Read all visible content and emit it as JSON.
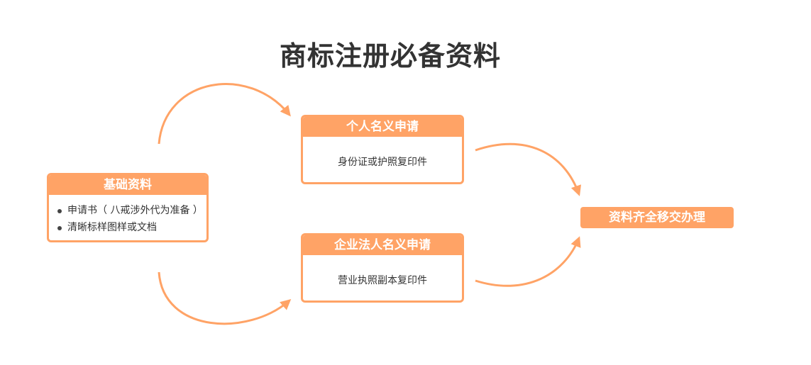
{
  "title": "商标注册必备资料",
  "basic": {
    "header": "基础资料",
    "items": [
      "申请书（ 八戒涉外代为准备 ）",
      "清晰标样图样或文档"
    ]
  },
  "personal": {
    "header": "个人名义申请",
    "body": "身份证或护照复印件"
  },
  "corporate": {
    "header": "企业法人名义申请",
    "body": "营业执照副本复印件"
  },
  "final": {
    "label": "资料齐全移交办理"
  },
  "colors": {
    "accent": "#ffa366",
    "text": "#333333",
    "background": "#ffffff"
  }
}
